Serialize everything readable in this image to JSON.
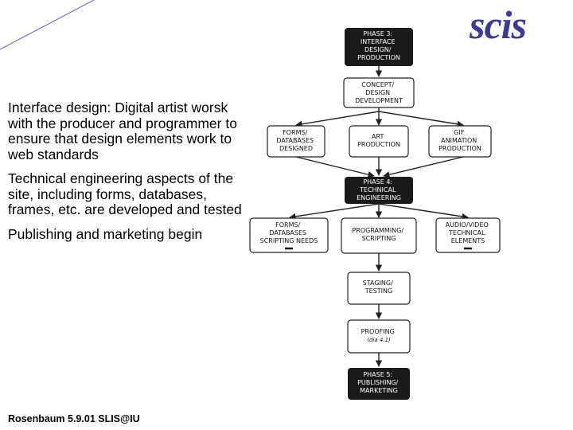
{
  "logo": {
    "text": "scis"
  },
  "bullets": [
    {
      "text": "Interface design: Digital artist worsk with the producer and programmer to ensure that design elements work to web standards"
    },
    {
      "text": "Technical engineering aspects of the site, including forms, databases, frames, etc. are developed and tested"
    },
    {
      "text": "Publishing and marketing begin"
    }
  ],
  "footer": {
    "text": "Rosenbaum 5.9.01 SLIS@IU"
  },
  "diagram": {
    "nodes": {
      "phase3": {
        "lines": [
          "PHASE 3:",
          "INTERFACE",
          "DESIGN/",
          "PRODUCTION"
        ],
        "dark": true
      },
      "concept": {
        "lines": [
          "CONCEPT/",
          "DESIGN",
          "DEVELOPMENT"
        ],
        "dark": false
      },
      "forms_designed": {
        "lines": [
          "FORMS/",
          "DATABASES",
          "DESIGNED"
        ],
        "dark": false
      },
      "art_production": {
        "lines": [
          "ART",
          "PRODUCTION"
        ],
        "dark": false
      },
      "gif_animation": {
        "lines": [
          "GIF",
          "ANIMATION",
          "PRODUCTION"
        ],
        "dark": false
      },
      "phase4": {
        "lines": [
          "PHASE 4:",
          "TECHNICAL",
          "ENGINEERING"
        ],
        "dark": true
      },
      "forms_scripting": {
        "lines": [
          "FORMS/",
          "DATABASES",
          "SCRIPTING NEEDS"
        ],
        "dark": false
      },
      "programming": {
        "lines": [
          "PROGRAMMING/",
          "SCRIPTING"
        ],
        "dark": false
      },
      "audio_video": {
        "lines": [
          "AUDIO/VIDEO",
          "TECHNICAL",
          "ELEMENTS"
        ],
        "dark": false
      },
      "staging": {
        "lines": [
          "STAGING/",
          "TESTING"
        ],
        "dark": false
      },
      "proofing": {
        "lines": [
          "PROOFING",
          "(dia 4.1)"
        ],
        "dark": false
      },
      "phase5": {
        "lines": [
          "PHASE 5:",
          "PUBLISHING/",
          "MARKETING"
        ],
        "dark": true
      }
    }
  }
}
